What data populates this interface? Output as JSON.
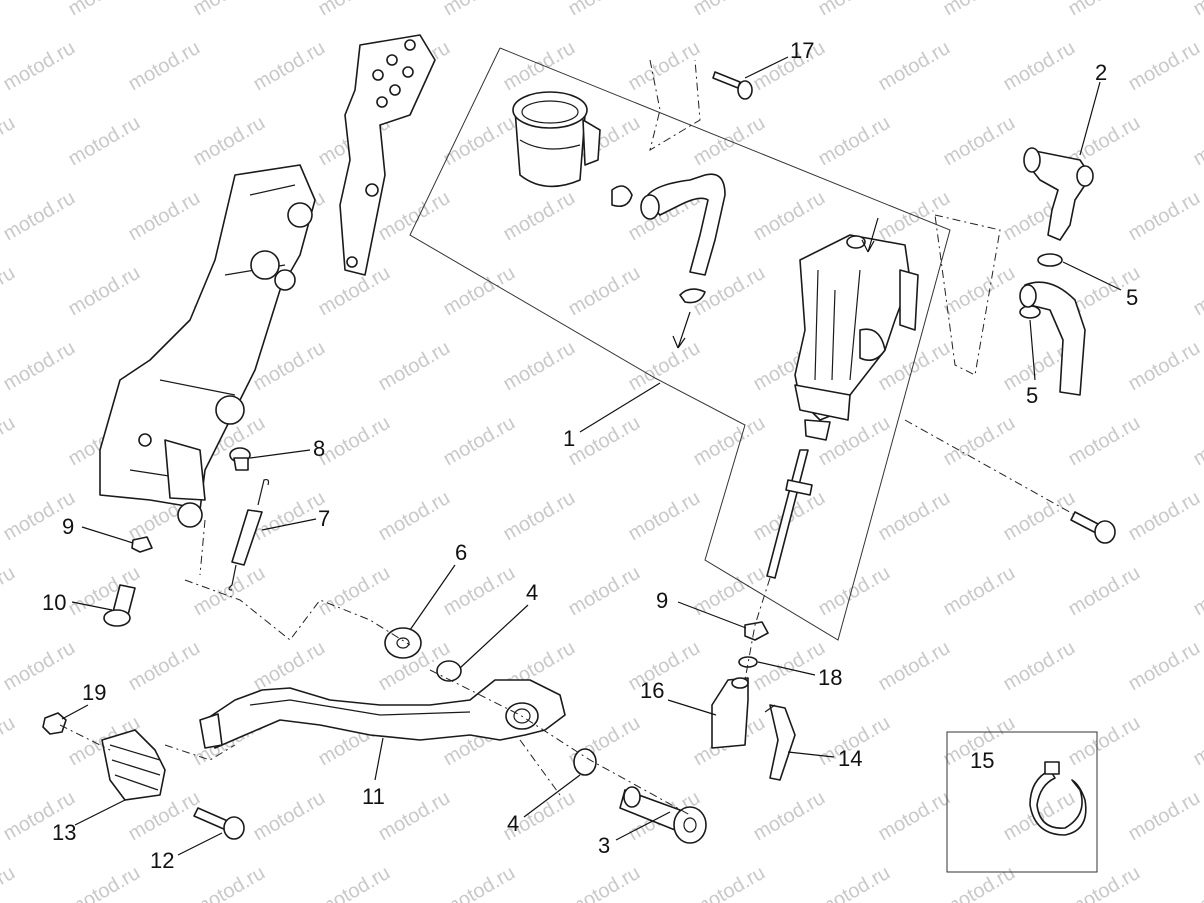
{
  "watermark": "motod.ru",
  "callouts": {
    "c1": "1",
    "c2": "2",
    "c3": "3",
    "c4a": "4",
    "c4b": "4",
    "c5a": "5",
    "c5b": "5",
    "c6": "6",
    "c7": "7",
    "c8": "8",
    "c9a": "9",
    "c9b": "9",
    "c10": "10",
    "c11": "11",
    "c12": "12",
    "c13": "13",
    "c14": "14",
    "c15": "15",
    "c16": "16",
    "c17": "17",
    "c18": "18",
    "c19": "19"
  },
  "colors": {
    "line": "#1a1a1a",
    "watermark": "#c9c9c9",
    "background": "#ffffff"
  }
}
